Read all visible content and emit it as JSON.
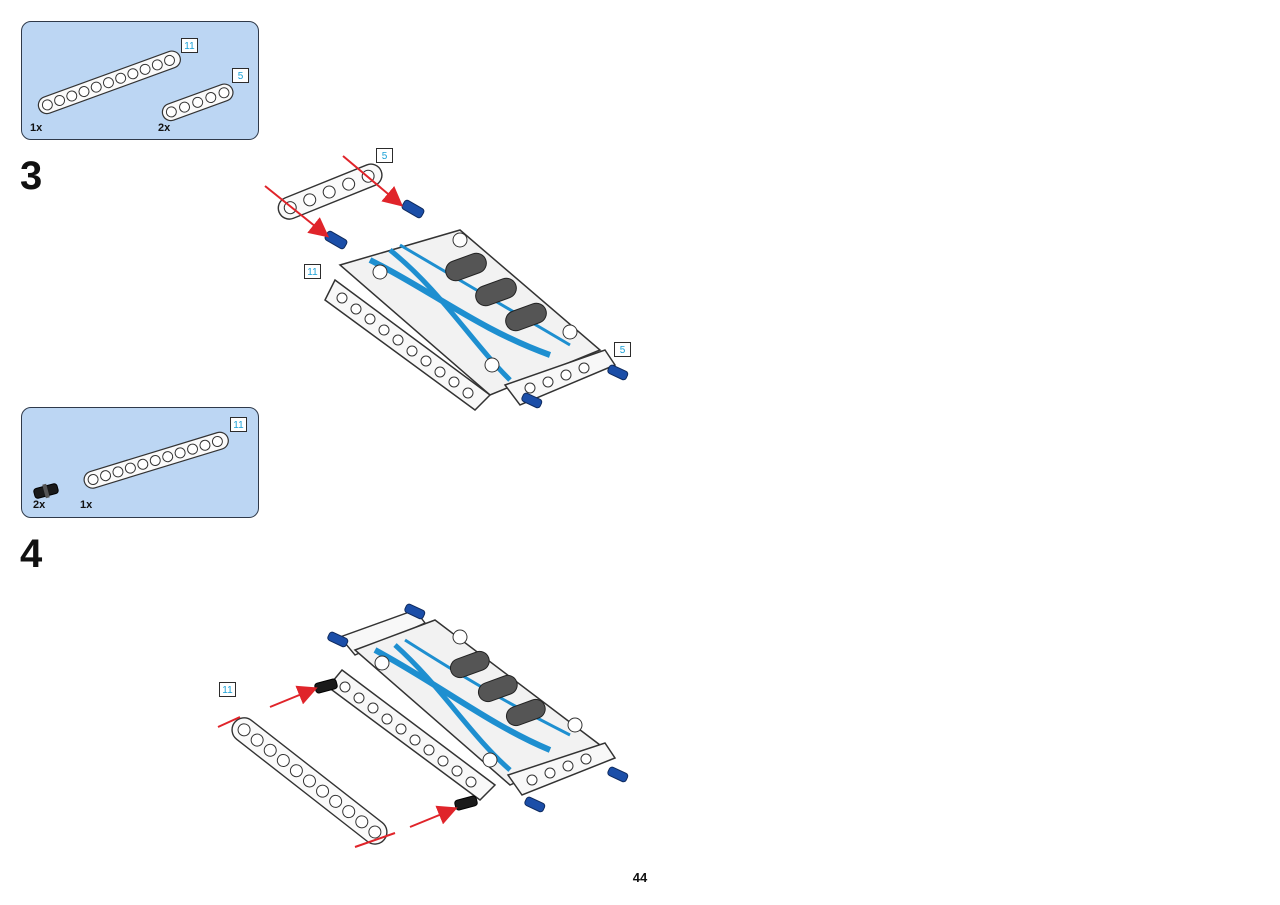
{
  "page": {
    "number": "44"
  },
  "parts_lists": [
    {
      "items": [
        {
          "qty": "1x",
          "part": "beam",
          "length": "11"
        },
        {
          "qty": "2x",
          "part": "beam",
          "length": "5"
        }
      ]
    },
    {
      "items": [
        {
          "qty": "2x",
          "part": "pin",
          "color": "#1a1a1a"
        },
        {
          "qty": "1x",
          "part": "beam",
          "length": "11"
        }
      ]
    }
  ],
  "steps": [
    {
      "number": "3",
      "callouts": [
        "5",
        "11",
        "5"
      ]
    },
    {
      "number": "4",
      "callouts": [
        "11"
      ]
    }
  ],
  "colors": {
    "parts_box": "#bcd6f3",
    "arrow": "#e0242a",
    "pin_blue": "#1b4ea8",
    "stripe_blue": "#1e8fd0",
    "tag_text": "#1aa0d6"
  }
}
